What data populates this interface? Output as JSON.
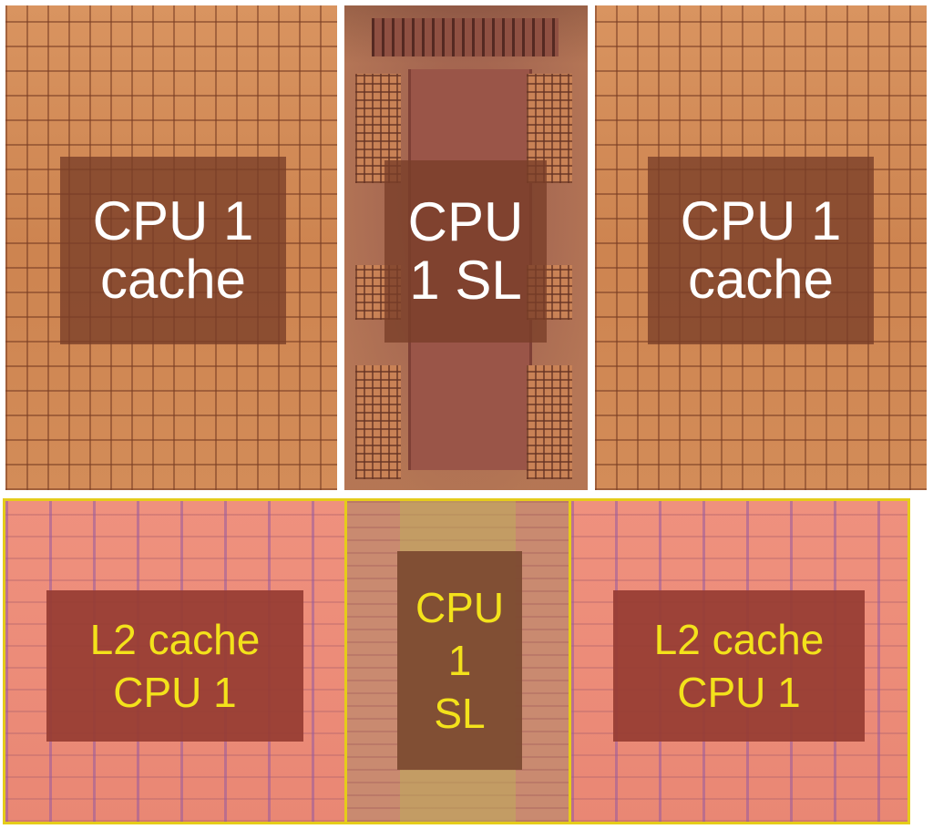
{
  "top_row": {
    "left_label": [
      "CPU 1",
      "cache"
    ],
    "center_label": [
      "CPU",
      "1 SL"
    ],
    "right_label": [
      "CPU 1",
      "cache"
    ]
  },
  "bottom_row": {
    "left_label": [
      "L2 cache",
      "CPU 1"
    ],
    "center_label": [
      "CPU",
      "1",
      "SL"
    ],
    "right_label": [
      "L2 cache",
      "CPU 1"
    ]
  },
  "colors": {
    "top_label_text": "#ffffff",
    "bottom_label_text": "#f3e21b",
    "bottom_border": "#e5cc1a"
  }
}
